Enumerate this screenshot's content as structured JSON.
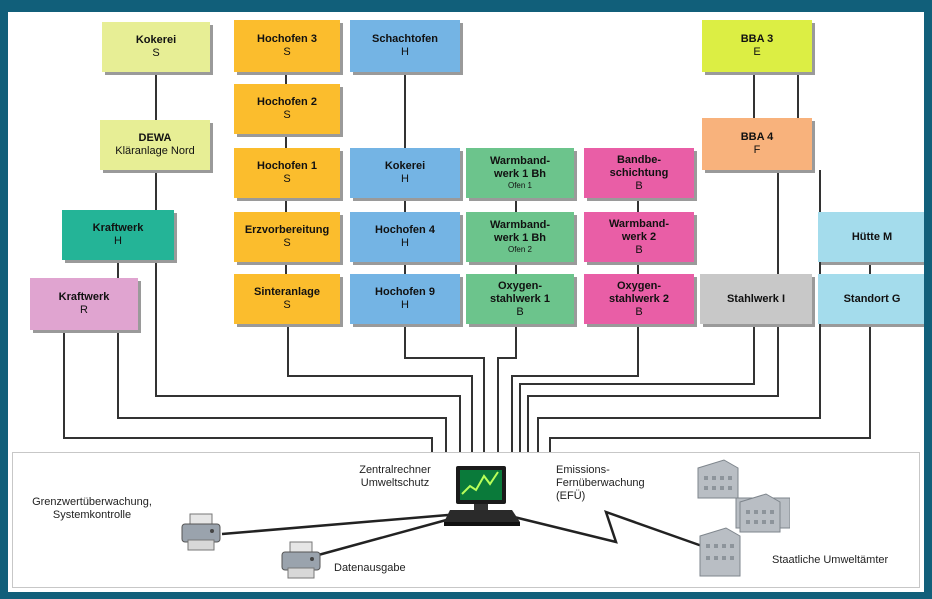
{
  "diagram": {
    "nodes": [
      {
        "id": "kokerei-s",
        "name": "Kokerei",
        "cls": "S"
      },
      {
        "id": "dewa",
        "name": "DEWA",
        "subname": "Kläranlage Nord"
      },
      {
        "id": "kraftwerk-h",
        "name": "Kraftwerk",
        "cls": "H"
      },
      {
        "id": "kraftwerk-r",
        "name": "Kraftwerk",
        "cls": "R"
      },
      {
        "id": "hochofen-3",
        "name": "Hochofen 3",
        "cls": "S"
      },
      {
        "id": "hochofen-2",
        "name": "Hochofen 2",
        "cls": "S"
      },
      {
        "id": "hochofen-1",
        "name": "Hochofen 1",
        "cls": "S"
      },
      {
        "id": "erzvorbereitung",
        "name": "Erzvorbereitung",
        "cls": "S"
      },
      {
        "id": "sinteranlage",
        "name": "Sinteranlage",
        "cls": "S"
      },
      {
        "id": "schachtofen",
        "name": "Schachtofen",
        "cls": "H"
      },
      {
        "id": "kokerei-h",
        "name": "Kokerei",
        "cls": "H"
      },
      {
        "id": "hochofen-4",
        "name": "Hochofen 4",
        "cls": "H"
      },
      {
        "id": "hochofen-9",
        "name": "Hochofen 9",
        "cls": "H"
      },
      {
        "id": "warmband-1-ofen1",
        "name": "Warmband-\nwerk 1 Bh",
        "note": "Ofen 1"
      },
      {
        "id": "warmband-1-ofen2",
        "name": "Warmband-\nwerk 1 Bh",
        "note": "Ofen 2"
      },
      {
        "id": "oxygen-1",
        "name": "Oxygen-\nstahlwerk 1",
        "cls": "B"
      },
      {
        "id": "bandbeschichtung",
        "name": "Bandbe-\nschichtung",
        "cls": "B"
      },
      {
        "id": "warmband-2",
        "name": "Warmband-\nwerk 2",
        "cls": "B"
      },
      {
        "id": "oxygen-2",
        "name": "Oxygen-\nstahlwerk 2",
        "cls": "B"
      },
      {
        "id": "bba-3",
        "name": "BBA 3",
        "cls": "E"
      },
      {
        "id": "bba-4",
        "name": "BBA 4",
        "cls": "F"
      },
      {
        "id": "stahlwerk-i",
        "name": "Stahlwerk I"
      },
      {
        "id": "huette-m",
        "name": "Hütte M"
      },
      {
        "id": "standort-g",
        "name": "Standort G"
      }
    ],
    "labels": {
      "zentralrechner": "Zentralrechner\nUmweltschutz",
      "emission": "Emissions-\nFernüberwachung\n(EFÜ)",
      "grenzwert": "Grenzwertüberwachung,\nSystemkontrolle",
      "datenausgabe": "Datenausgabe",
      "umwelt": "Staatliche Umweltämter"
    },
    "colors": {
      "frame": "#115f7a",
      "wire": "#333333",
      "pale_yellow": "#e7ee95",
      "orange": "#fbbd2d",
      "blue": "#74b4e4",
      "green": "#6cc48c",
      "pink": "#e95ea6",
      "lime": "#dcee44",
      "salmon": "#f8b27c",
      "teal": "#24b497",
      "lavender": "#e0a4d0",
      "grey": "#c8c8c8",
      "sky_blue": "#a4dcec"
    },
    "icons": [
      "computer-icon",
      "printer-icon",
      "building-icon"
    ]
  }
}
